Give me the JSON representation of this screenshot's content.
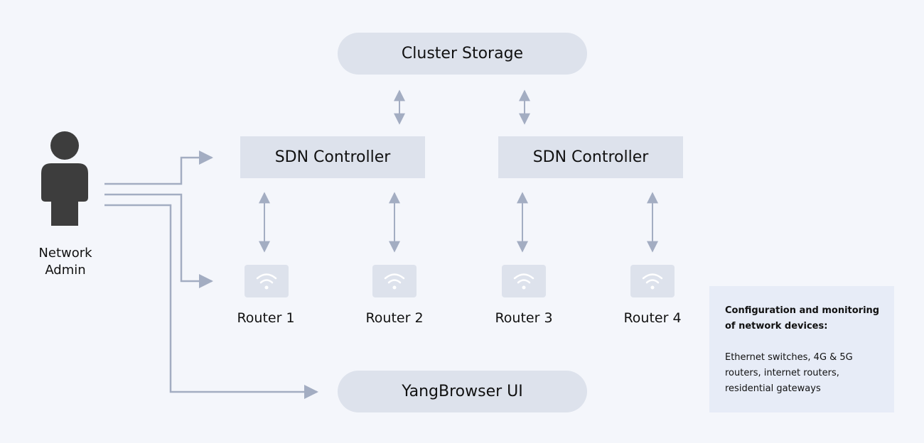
{
  "nodes": {
    "cluster_storage": "Cluster Storage",
    "sdn_controller_1": "SDN Controller",
    "sdn_controller_2": "SDN Controller",
    "yangbrowser_ui": "YangBrowser UI"
  },
  "admin": {
    "label_line1": "Network",
    "label_line2": "Admin"
  },
  "routers": [
    {
      "label": "Router 1"
    },
    {
      "label": "Router 2"
    },
    {
      "label": "Router 3"
    },
    {
      "label": "Router 4"
    }
  ],
  "info_box": {
    "title_line1": "Configuration and monitoring",
    "title_line2": "of network devices:",
    "body_line1": "Ethernet switches, 4G & 5G",
    "body_line2": "routers, internet routers,",
    "body_line3": "residential gateways"
  },
  "colors": {
    "background": "#f4f6fb",
    "node_fill": "#dde2ec",
    "connector": "#a3adc2",
    "person": "#3d3d3d",
    "info_fill": "#e7ecf7"
  }
}
